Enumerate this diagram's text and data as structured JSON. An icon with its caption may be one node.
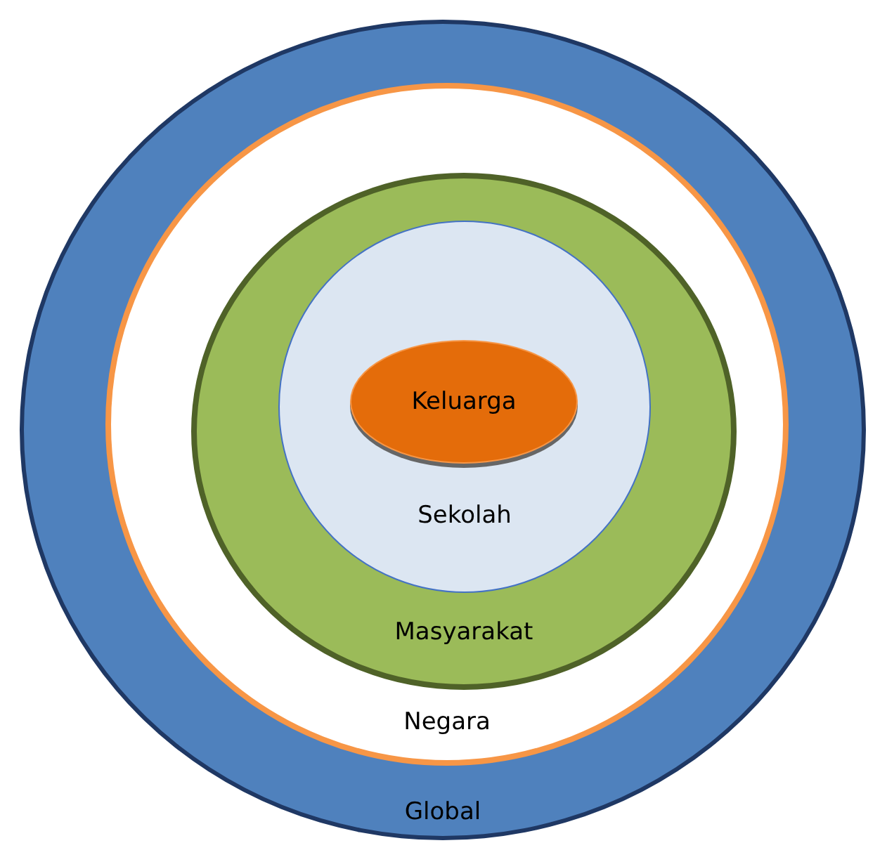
{
  "diagram": {
    "nodes": [
      {
        "text": [
          "Global"
        ]
      },
      {
        "text": [
          "Negara"
        ],
        "in": 0
      },
      {
        "text": [
          "Masyarakat"
        ],
        "in": 1
      },
      {
        "text": [
          "Sekolah"
        ],
        "in": 2
      },
      {
        "text": [
          "Keluarga"
        ],
        "in": 3
      }
    ]
  }
}
